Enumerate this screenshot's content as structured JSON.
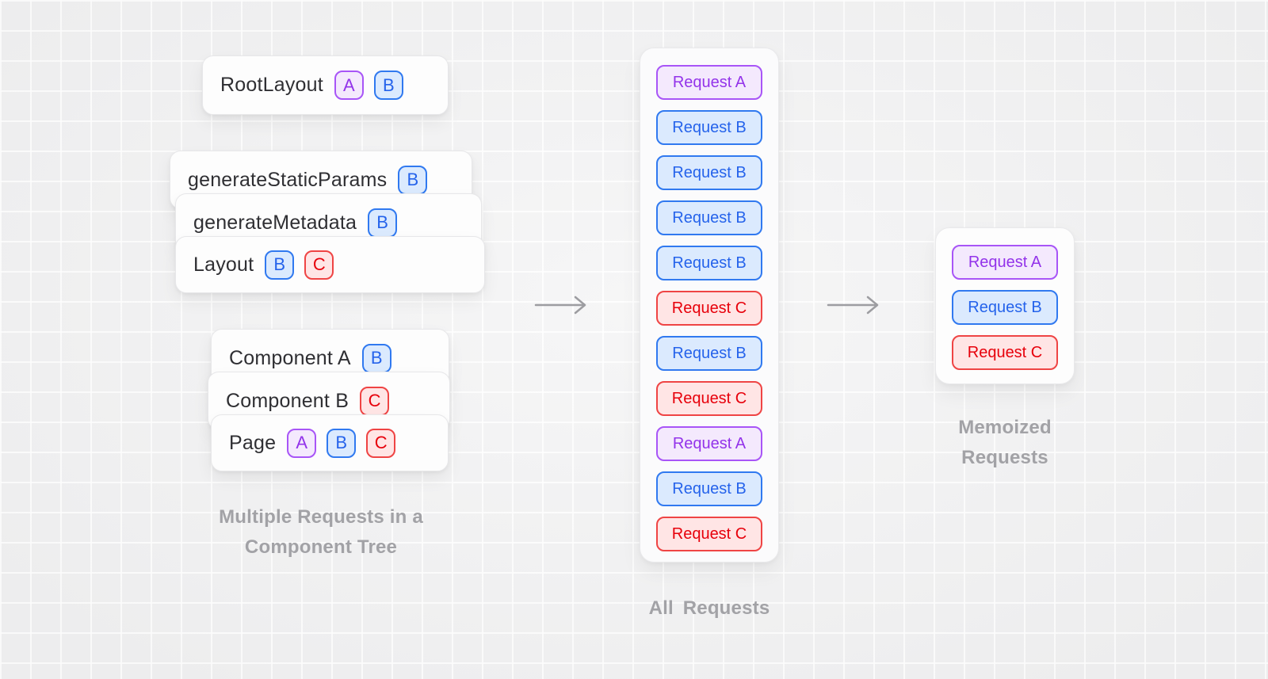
{
  "palette": {
    "A": {
      "border": "#a855f7",
      "bg": "#f4e9fd",
      "text": "#9333ea"
    },
    "B": {
      "border": "#3079f0",
      "bg": "#dbeafe",
      "text": "#2563eb"
    },
    "C": {
      "border": "#ef4444",
      "bg": "#ffe5e5",
      "text": "#e7000b"
    }
  },
  "tree": {
    "cards": [
      {
        "label": "RootLayout",
        "badges": [
          "A",
          "B"
        ]
      },
      {
        "label": "generateStaticParams",
        "badges": [
          "B"
        ]
      },
      {
        "label": "generateMetadata",
        "badges": [
          "B"
        ]
      },
      {
        "label": "Layout",
        "badges": [
          "B",
          "C"
        ]
      },
      {
        "label": "Component A",
        "badges": [
          "B"
        ]
      },
      {
        "label": "Component B",
        "badges": [
          "C"
        ]
      },
      {
        "label": "Page",
        "badges": [
          "A",
          "B",
          "C"
        ]
      }
    ],
    "caption_line1": "Multiple Requests in a",
    "caption_line2": "Component Tree"
  },
  "all_requests": {
    "items": [
      "Request A",
      "Request B",
      "Request B",
      "Request B",
      "Request B",
      "Request C",
      "Request B",
      "Request C",
      "Request A",
      "Request B",
      "Request C"
    ],
    "caption": "All Requests"
  },
  "memoized_requests": {
    "items": [
      "Request A",
      "Request B",
      "Request C"
    ],
    "caption_line1": "Memoized",
    "caption_line2": "Requests"
  },
  "arrow_color": "#9d9da1"
}
